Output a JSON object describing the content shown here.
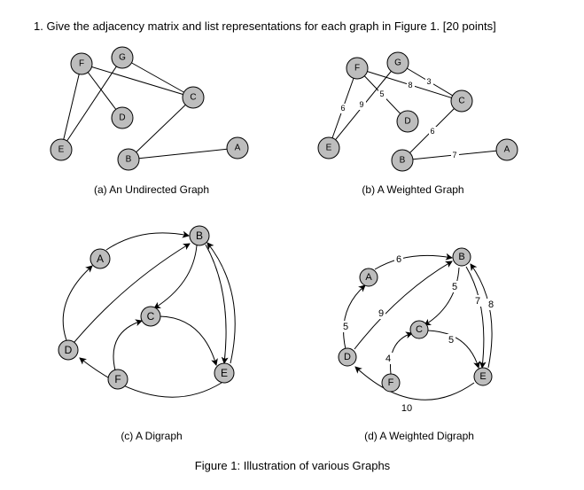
{
  "question": "1.  Give the adjacency matrix and list representations for each graph in Figure 1. [20 points]",
  "figure_caption": "Figure 1: Illustration of various Graphs",
  "graphs": {
    "a": {
      "caption": "(a) An Undirected Graph",
      "nodes": [
        "F",
        "G",
        "C",
        "D",
        "E",
        "B",
        "A"
      ],
      "edges": [
        [
          "F",
          "E"
        ],
        [
          "F",
          "D"
        ],
        [
          "F",
          "C"
        ],
        [
          "G",
          "E"
        ],
        [
          "G",
          "C"
        ],
        [
          "C",
          "B"
        ],
        [
          "B",
          "A"
        ]
      ]
    },
    "b": {
      "caption": "(b) A Weighted Graph",
      "nodes": [
        "F",
        "G",
        "C",
        "D",
        "E",
        "B",
        "A"
      ],
      "edges": [
        {
          "from": "F",
          "to": "E",
          "weight": "6"
        },
        {
          "from": "F",
          "to": "D",
          "weight": "5"
        },
        {
          "from": "F",
          "to": "C",
          "weight": "8"
        },
        {
          "from": "G",
          "to": "E",
          "weight": "9"
        },
        {
          "from": "G",
          "to": "C",
          "weight": "3"
        },
        {
          "from": "C",
          "to": "B",
          "weight": "6"
        },
        {
          "from": "B",
          "to": "A",
          "weight": "7"
        }
      ]
    },
    "c": {
      "caption": "(c) A Digraph",
      "nodes": [
        "A",
        "B",
        "C",
        "D",
        "E",
        "F"
      ],
      "edges": [
        [
          "A",
          "B"
        ],
        [
          "B",
          "C"
        ],
        [
          "B",
          "E"
        ],
        [
          "E",
          "B"
        ],
        [
          "C",
          "E"
        ],
        [
          "D",
          "A"
        ],
        [
          "D",
          "B"
        ],
        [
          "E",
          "D"
        ],
        [
          "F",
          "C"
        ]
      ]
    },
    "d": {
      "caption": "(d) A Weighted Digraph",
      "nodes": [
        "A",
        "B",
        "C",
        "D",
        "E",
        "F"
      ],
      "edges": [
        {
          "from": "A",
          "to": "B",
          "weight": "6"
        },
        {
          "from": "B",
          "to": "C",
          "weight": "5"
        },
        {
          "from": "B",
          "to": "E",
          "weight": "7"
        },
        {
          "from": "E",
          "to": "B",
          "weight": "8"
        },
        {
          "from": "C",
          "to": "E",
          "weight": "5"
        },
        {
          "from": "D",
          "to": "A",
          "weight": "5"
        },
        {
          "from": "D",
          "to": "B",
          "weight": "9"
        },
        {
          "from": "E",
          "to": "D",
          "weight": "10"
        },
        {
          "from": "F",
          "to": "C",
          "weight": "4"
        }
      ]
    }
  }
}
